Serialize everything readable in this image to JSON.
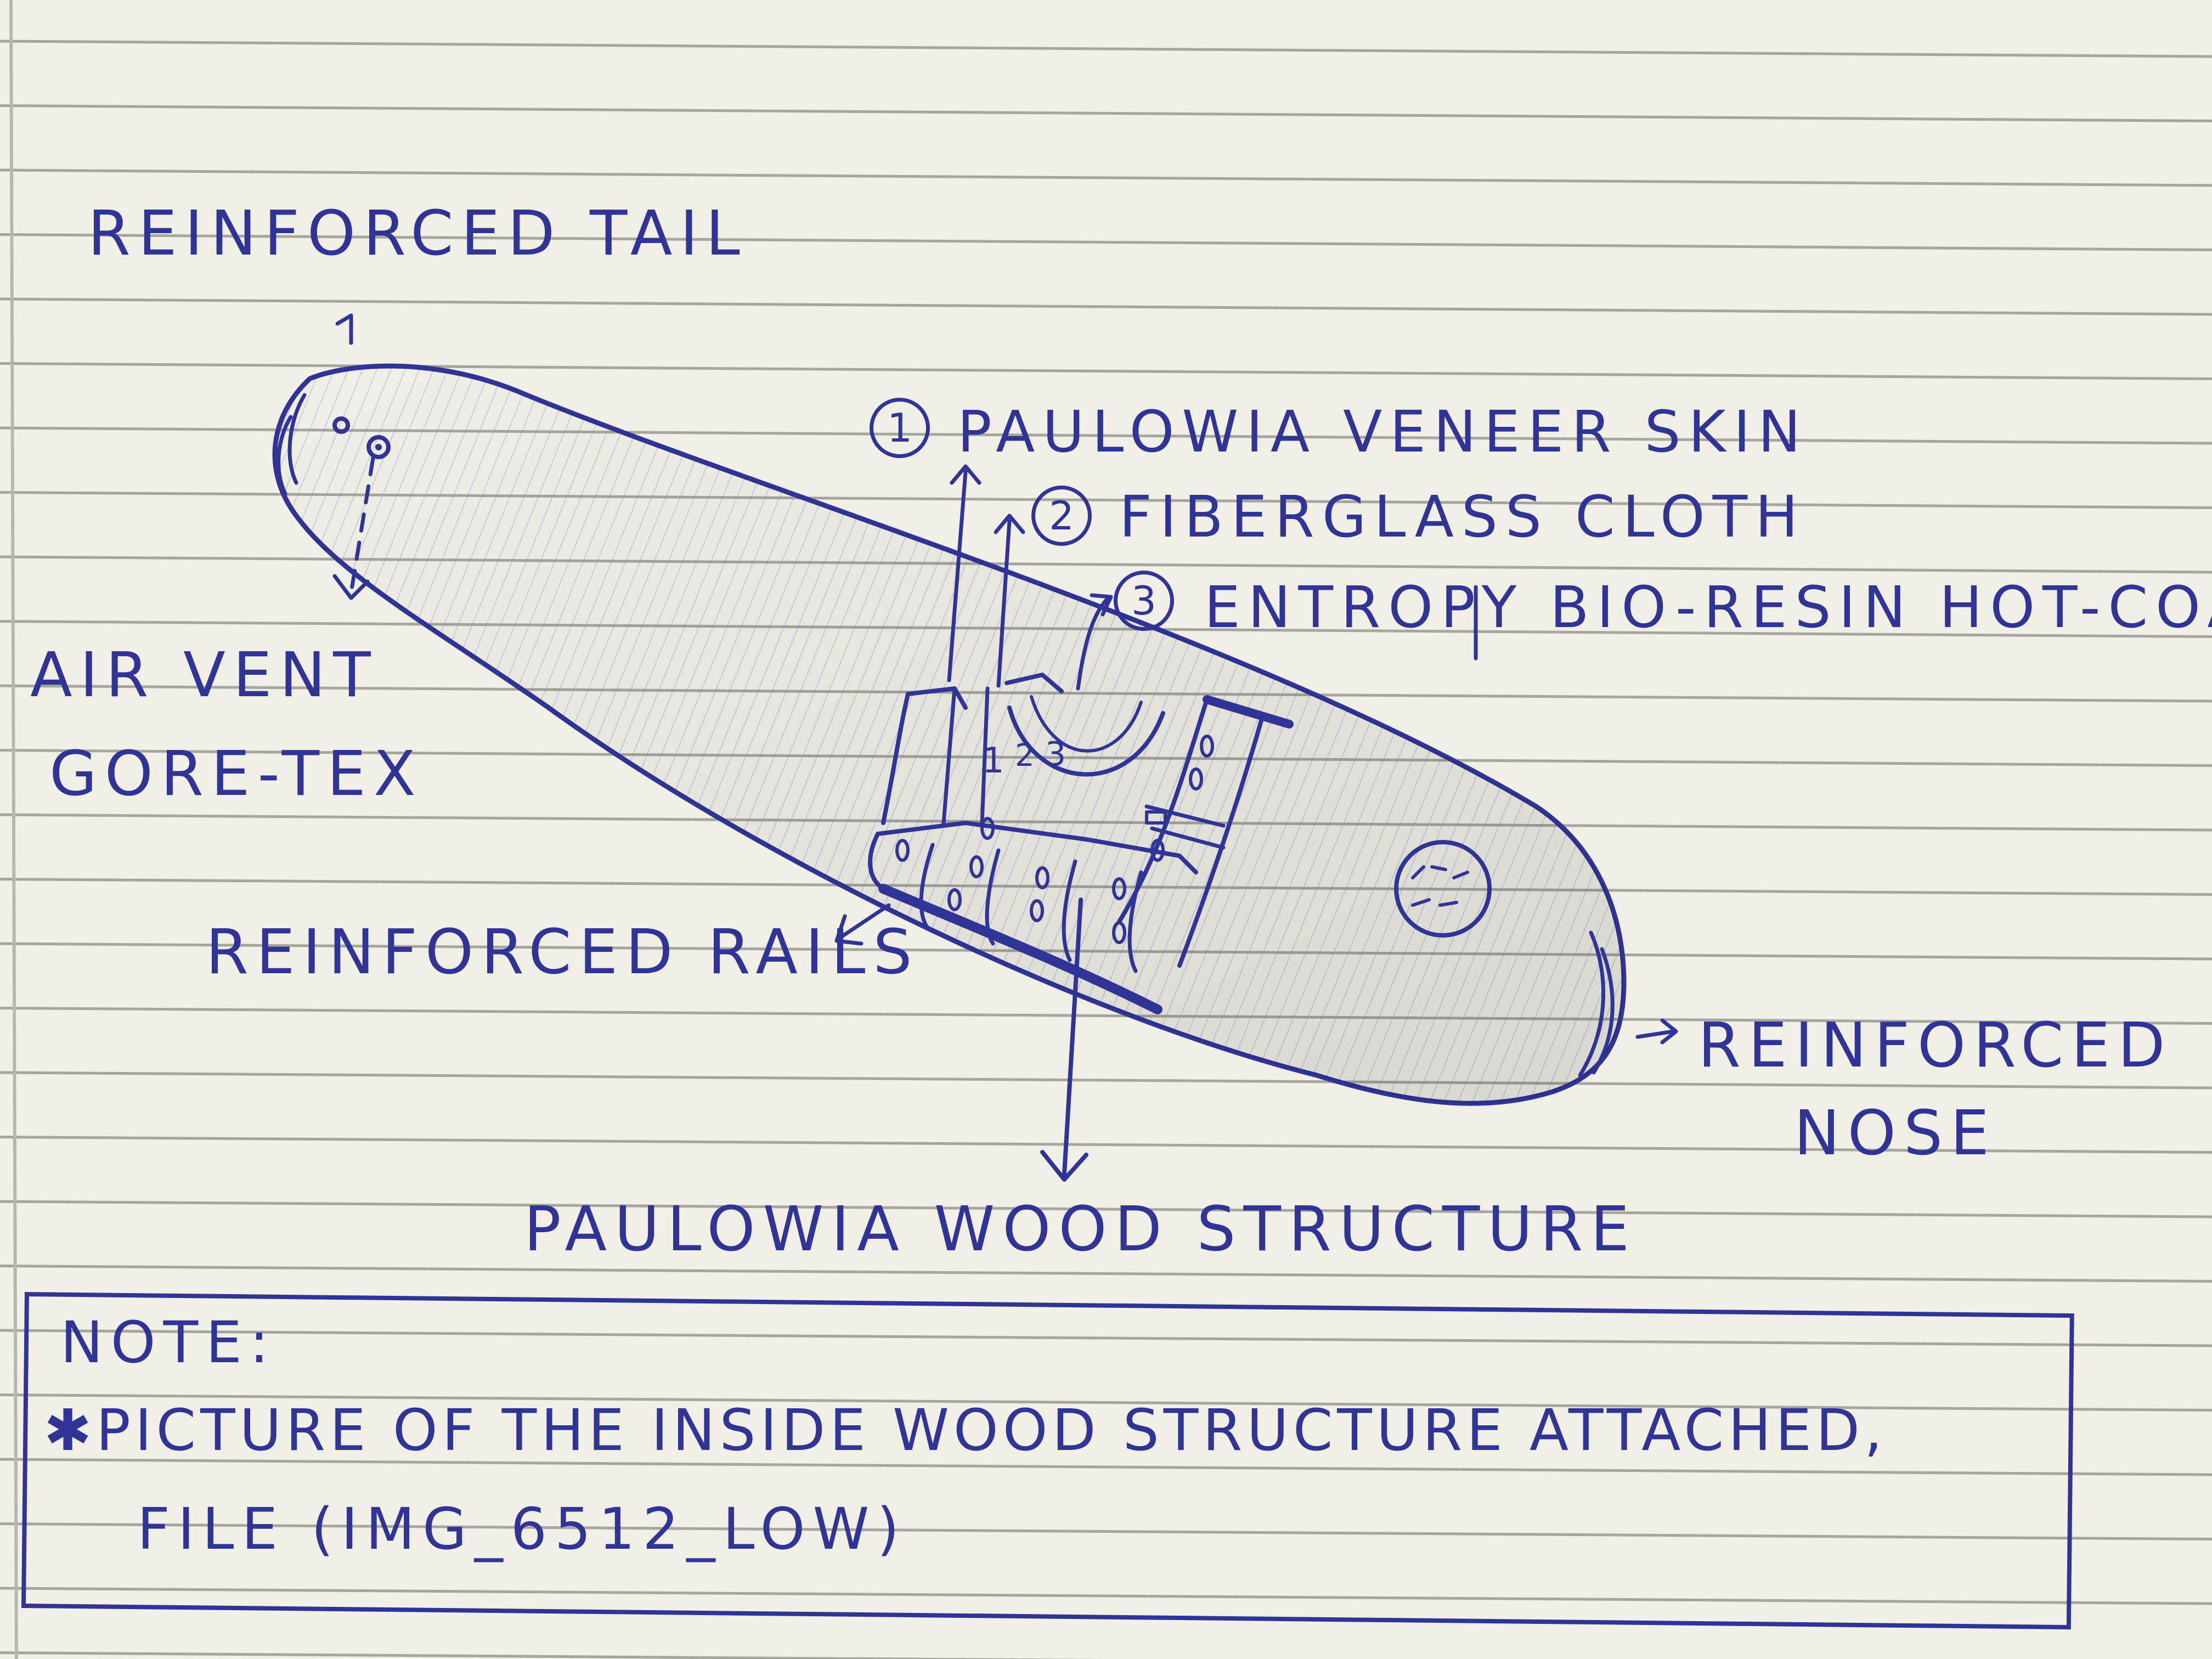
{
  "labels": {
    "tail": "REINFORCED TAIL",
    "air_vent_line1": "AIR VENT",
    "air_vent_line2": "GORE-TEX",
    "layer1": "PAULOWIA VENEER SKIN",
    "layer2": "FIBERGLASS CLOTH",
    "layer3": "ENTROPY BIO-RESIN HOT-COAT",
    "rails": "REINFORCED RAILS",
    "nose_line1": "REINFORCED",
    "nose_line2": "NOSE",
    "structure": "PAULOWIA WOOD STRUCTURE"
  },
  "layer_numbers": [
    "1",
    "2",
    "3"
  ],
  "note": {
    "heading": "NOTE:",
    "line1": "✱PICTURE OF THE INSIDE WOOD STRUCTURE ATTACHED,",
    "line2": "FILE (IMG_6512_LOW)"
  },
  "colors": {
    "ink": "#2f3496",
    "paper": "#f1efe6",
    "rule_line": "#8d8d87"
  }
}
